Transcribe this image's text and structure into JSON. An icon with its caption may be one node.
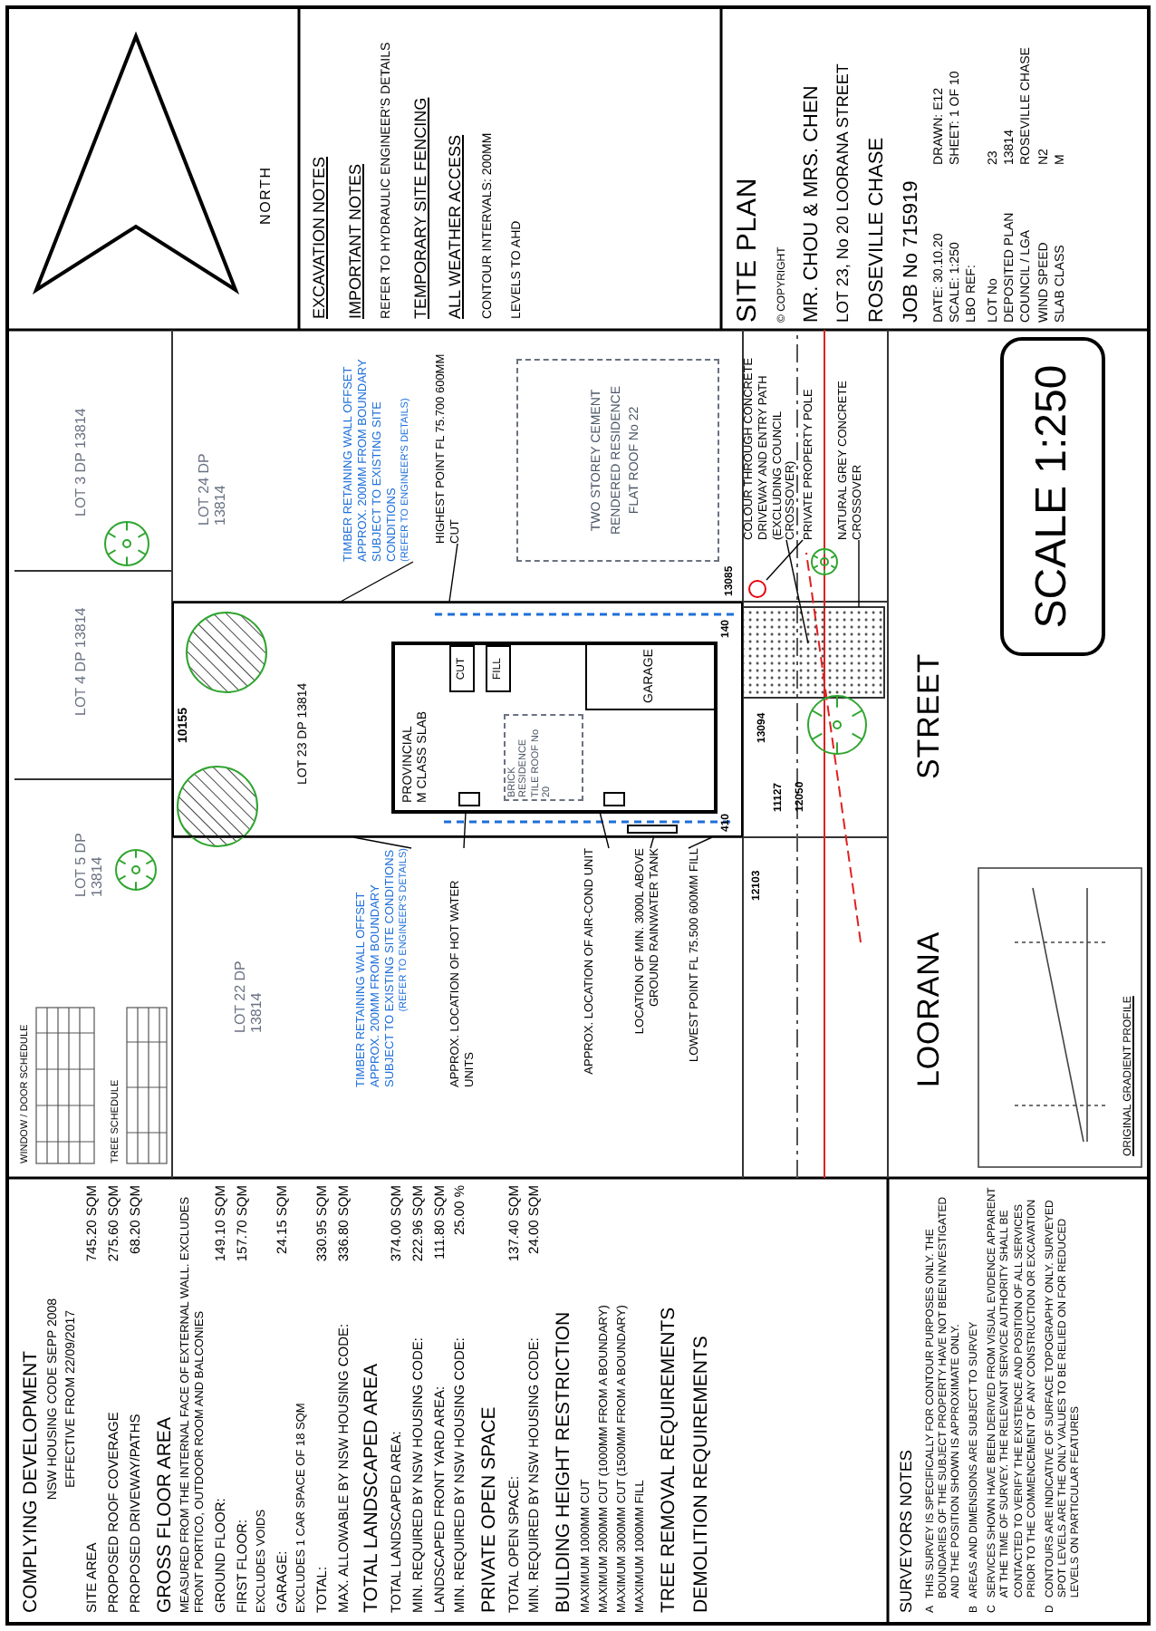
{
  "diagram": {
    "title": "SITE PLAN",
    "nodes": [
      {
        "text": [
          "LOT 23 DP 13814"
        ]
      },
      {
        "text": [
          "PROVINCIAL",
          "M CLASS SLAB"
        ],
        "in": 0
      },
      {
        "text": [
          "CUT"
        ],
        "in": 1
      },
      {
        "text": [
          "FILL"
        ],
        "in": 1
      },
      {
        "text": [
          "GARAGE"
        ],
        "in": 1
      },
      {
        "text": [
          "BRICK RESIDENCE TILE ROOF No 20"
        ],
        "in": 1
      },
      {
        "text": [
          "TWO STOREY CEMENT RENDERED RESIDENCE FLAT ROOF No 22"
        ]
      },
      {
        "text": [
          "SCALE 1:250"
        ]
      },
      {
        "text": [
          "TIMBER RETAINING WALL OFFSET APPROX. 200MM FROM BOUNDARY SUBJECT TO EXISTING SITE CONDITIONS",
          "(REFER TO ENGINEER'S DETAILS)"
        ]
      },
      {
        "text": [
          "TIMBER RETAINING WALL OFFSET APPROX. 200MM FROM BOUNDARY SUBJECT TO EXISTING SITE CONDITIONS",
          "(REFER TO ENGINEER'S DETAILS)"
        ]
      },
      {
        "text": [
          "APPROX. LOCATION OF HOT WATER UNITS"
        ]
      },
      {
        "text": [
          "APPROX. LOCATION OF AIR-COND UNIT"
        ]
      },
      {
        "text": [
          "LOCATION OF MIN. 3000L ABOVE GROUND RAINWATER TANK"
        ]
      },
      {
        "text": [
          "LOWEST POINT FL 75.500 600MM FILL"
        ]
      },
      {
        "text": [
          "HIGHEST POINT FL 75.700 600MM CUT"
        ]
      },
      {
        "text": [
          "COLOUR THROUGH CONCRETE DRIVEWAY AND ENTRY PATH (EXCLUDING COUNCIL CROSSOVER)"
        ]
      },
      {
        "text": [
          "PRIVATE PROPERTY POLE"
        ]
      },
      {
        "text": [
          "NATURAL GREY CONCRETE CROSSOVER"
        ]
      },
      {
        "text": [],
        "shape": "box",
        "in": 1
      },
      {
        "text": [],
        "shape": "box",
        "in": 1
      },
      {
        "text": [],
        "shape": "box",
        "in": 0
      },
      {
        "text": [],
        "shape": "circle"
      }
    ],
    "edges": [
      {
        "from": 8,
        "to": 0,
        "arrow": "none"
      },
      {
        "from": 9,
        "to": 0,
        "arrow": "none"
      },
      {
        "from": 10,
        "to": 18,
        "arrow": "none"
      },
      {
        "from": 11,
        "to": 19,
        "arrow": "none"
      },
      {
        "from": 12,
        "to": 20,
        "arrow": "none"
      },
      {
        "from": 13,
        "to": 0,
        "arrow": "none"
      },
      {
        "from": 14,
        "to": 0,
        "arrow": "none"
      },
      {
        "from": 15,
        "to": null,
        "arrow": "none"
      },
      {
        "from": 16,
        "to": 21,
        "arrow": "none"
      },
      {
        "from": 17,
        "to": null,
        "arrow": "none"
      }
    ],
    "labels": [
      "COMPLYING DEVELOPMENT",
      "NSW HOUSING CODE SEPP 2008",
      "EFFECTIVE FROM 22/09/2017",
      "SITE AREA",
      "745.20 SQM",
      "PROPOSED ROOF COVERAGE",
      "275.60 SQM",
      "PROPOSED DRIVEWAY/PATHS",
      "68.20 SQM",
      "GROSS FLOOR AREA",
      "MEASURED FROM THE INTERNAL FACE OF EXTERNAL WALL. EXCLUDES FRONT PORTICO, OUTDOOR ROOM AND BALCONIES",
      "GROUND FLOOR:",
      "149.10 SQM",
      "FIRST FLOOR:",
      "157.70 SQM",
      "EXCLUDES VOIDS",
      "GARAGE:",
      "24.15 SQM",
      "EXCLUDES 1 CAR SPACE OF 18 SQM",
      "TOTAL:",
      "330.95 SQM",
      "MAX. ALLOWABLE BY NSW HOUSING CODE:",
      "336.80 SQM",
      "TOTAL LANDSCAPED AREA",
      "TOTAL LANDSCAPED AREA:",
      "374.00 SQM",
      "MIN. REQUIRED BY NSW HOUSING CODE:",
      "222.96 SQM",
      "LANDSCAPED FRONT YARD AREA:",
      "111.80 SQM",
      "MIN. REQUIRED BY NSW HOUSING CODE:",
      "25.00 %",
      "PRIVATE OPEN SPACE",
      "TOTAL OPEN SPACE:",
      "137.40 SQM",
      "MIN. REQUIRED BY NSW HOUSING CODE:",
      "24.00 SQM",
      "BUILDING HEIGHT RESTRICTION",
      "MAXIMUM 1000MM CUT",
      "MAXIMUM 2000MM CUT (1000MM FROM A BOUNDARY)",
      "MAXIMUM 3000MM CUT (1500MM FROM A BOUNDARY)",
      "MAXIMUM 1000MM FILL",
      "TREE REMOVAL REQUIREMENTS",
      "DEMOLITION REQUIREMENTS",
      "SURVEYORS NOTES",
      "A",
      "THIS SURVEY IS SPECIFICALLY FOR CONTOUR PURPOSES ONLY. THE BOUNDARIES OF THE SUBJECT PROPERTY HAVE NOT BEEN INVESTIGATED AND THE POSITION SHOWN IS APPROXIMATE ONLY.",
      "B",
      "AREAS AND DIMENSIONS ARE SUBJECT TO SURVEY",
      "C",
      "SERVICES SHOWN HAVE BEEN DERIVED FROM VISUAL EVIDENCE APPARENT AT THE TIME OF SURVEY. THE RELEVANT SERVICE AUTHORITY SHALL BE CONTACTED TO VERIFY THE EXISTENCE AND POSITION OF ALL SERVICES PRIOR TO THE COMMENCEMENT OF ANY CONSTRUCTION OR EXCAVATION",
      "D",
      "CONTOURS ARE INDICATIVE OF SURFACE TOPOGRAPHY ONLY. SURVEYED SPOT LEVELS ARE THE ONLY VALUES TO BE RELIED ON FOR REDUCED LEVELS ON PARTICULAR FEATURES",
      "WINDOW / DOOR SCHEDULE",
      "TREE SCHEDULE",
      "LOT 3 DP 13814",
      "LOT 4 DP 13814",
      "LOT 5 DP 13814",
      "LOT 22 DP 13814",
      "LOT 24 DP 13814",
      "10155",
      "13085",
      "13094",
      "11127",
      "12050",
      "12103",
      "140",
      "410",
      "LOORANA",
      "STREET",
      "ORIGINAL GRADIENT PROFILE",
      "NORTH",
      "EXCAVATION NOTES",
      "IMPORTANT NOTES",
      "REFER TO HYDRAULIC ENGINEER'S DETAILS",
      "TEMPORARY SITE FENCING",
      "ALL WEATHER ACCESS",
      "CONTOUR INTERVALS: 200MM",
      "LEVELS TO AHD",
      "© COPYRIGHT",
      "MR. CHOU & MRS. CHEN",
      "LOT 23, No 20 LOORANA STREET",
      "ROSEVILLE CHASE",
      "JOB No 715919",
      "DATE: 30.10.20",
      "DRAWN: E12",
      "SCALE: 1:250",
      "SHEET: 1 OF 10",
      "LBO REF:",
      "LOT No",
      "23",
      "DEPOSITED PLAN",
      "13814",
      "COUNCIL / LGA",
      "ROSEVILLE CHASE",
      "WIND SPEED",
      "N2",
      "SLAB CLASS",
      "M"
    ]
  }
}
